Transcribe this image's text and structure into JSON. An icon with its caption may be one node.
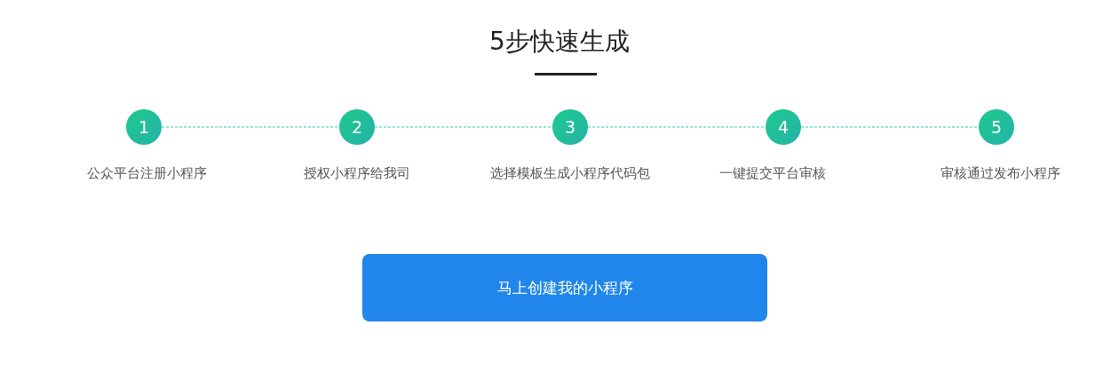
{
  "diagram": {
    "title": "5步快速生成",
    "nodes": [
      {
        "text": [
          "1"
        ],
        "beside": [
          "公众平台注册小程序"
        ]
      },
      {
        "text": [
          "2"
        ],
        "beside": [
          "授权小程序给我司"
        ]
      },
      {
        "text": [
          "3"
        ],
        "beside": [
          "选择模板生成小程序代码包"
        ]
      },
      {
        "text": [
          "4"
        ],
        "beside": [
          "一键提交平台审核"
        ]
      },
      {
        "text": [
          "5"
        ],
        "beside": [
          "审核通过发布小程序"
        ]
      },
      {
        "text": [
          "马上创建我的小程序"
        ]
      }
    ],
    "edges": [
      {
        "from": 0,
        "to": 1,
        "arrow": "none",
        "style": "dashed"
      },
      {
        "from": 1,
        "to": 2,
        "arrow": "none",
        "style": "dashed"
      },
      {
        "from": 2,
        "to": 3,
        "arrow": "none",
        "style": "dashed"
      },
      {
        "from": 3,
        "to": 4,
        "arrow": "none",
        "style": "dashed"
      }
    ]
  }
}
